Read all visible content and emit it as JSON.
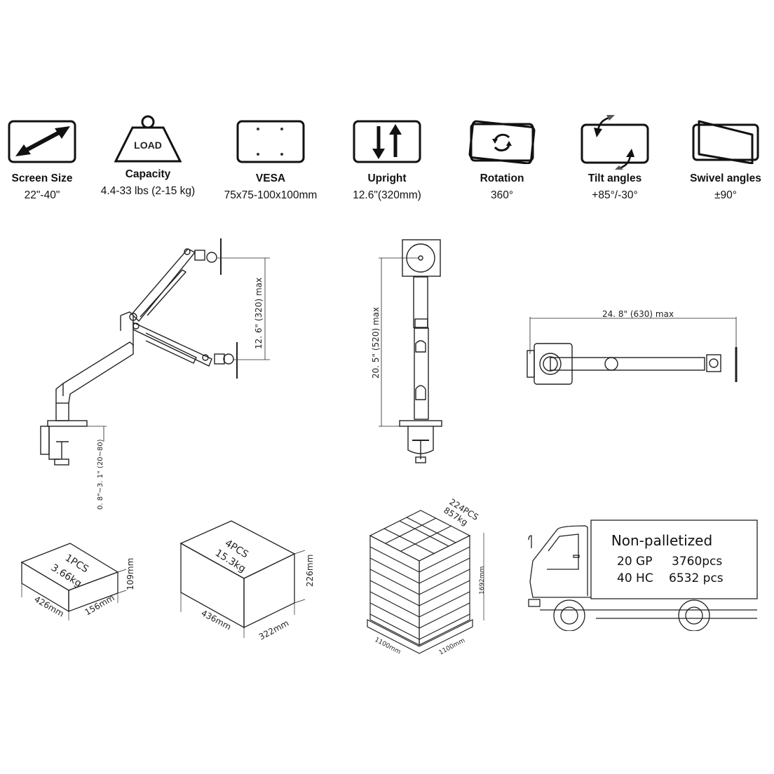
{
  "features": [
    {
      "icon": "diagonal-double-arrow-icon",
      "title": "Screen Size",
      "value": "22\"-40\""
    },
    {
      "icon": "load-weight-icon",
      "title": "Capacity",
      "value": "4.4-33 lbs (2-15 kg)",
      "icon_text": "LOAD"
    },
    {
      "icon": "vesa-holes-icon",
      "title": "VESA",
      "value": "75x75-100x100mm"
    },
    {
      "icon": "up-down-arrows-icon",
      "title": "Upright",
      "value": "12.6\"(320mm)"
    },
    {
      "icon": "rotation-icon",
      "title": "Rotation",
      "value": "360°"
    },
    {
      "icon": "tilt-icon",
      "title": "Tilt angles",
      "value": "+85°/-30°"
    },
    {
      "icon": "swivel-icon",
      "title": "Swivel angles",
      "value": "±90°"
    }
  ],
  "dimensions": {
    "side_view_height": "12. 6\" (320) max",
    "clamp_range": "0. 8\"~3. 1\" (20~80)",
    "front_view_height": "20. 5\" (520) max",
    "top_view_reach": "24. 8\" (630) max"
  },
  "packaging": {
    "single_box": {
      "qty": "1PCS",
      "weight": "3.66kg",
      "length": "426mm",
      "width": "156mm",
      "height": "109mm"
    },
    "carton": {
      "qty": "4PCS",
      "weight": "15.3kg",
      "length": "436mm",
      "width": "322mm",
      "height": "226mm"
    },
    "pallet": {
      "qty": "224PCS",
      "weight": "857kg",
      "length": "1100mm",
      "width": "1100mm",
      "height": "1692mm"
    }
  },
  "shipping": {
    "title": "Non-palletized",
    "rows": [
      {
        "container": "20 GP",
        "count": "3760pcs"
      },
      {
        "container": "40 HC",
        "count": "6532 pcs"
      }
    ]
  },
  "colors": {
    "line": "#1a1a1a",
    "text": "#111111",
    "background": "#ffffff"
  }
}
